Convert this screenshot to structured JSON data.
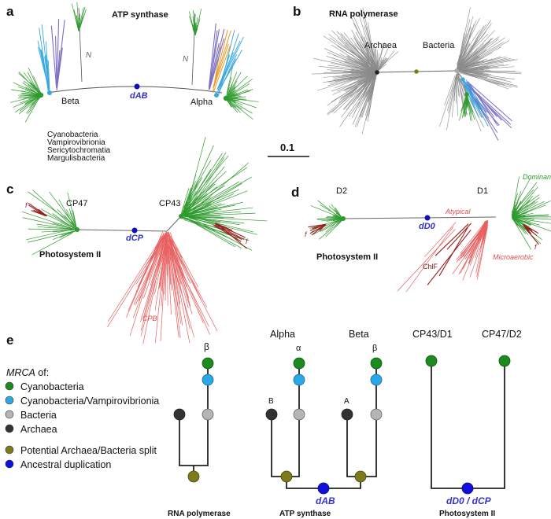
{
  "panels": {
    "a": {
      "letter": "a",
      "title": "ATP synthase",
      "left_label": "Beta",
      "right_label": "Alpha",
      "node_label": "dAB",
      "n_left": "N",
      "n_right": "N"
    },
    "b": {
      "letter": "b",
      "title": "RNA polymerase",
      "left_label": "Archaea",
      "right_label": "Bacteria"
    },
    "c": {
      "letter": "c",
      "title": "Photosystem II",
      "left_label": "CP47",
      "right_label": "CP43",
      "node_label": "dCP",
      "f_left": "f",
      "f_right": "f",
      "cpb": "CPB"
    },
    "d": {
      "letter": "d",
      "title": "Photosystem II",
      "left_label": "D2",
      "right_label": "D1",
      "node_label": "dD0",
      "dominant": "Dominant",
      "atypical": "Atypical",
      "microaerobic": "Microaerobic",
      "chlf": "ChlF",
      "f_left": "f",
      "f_right": "f"
    },
    "e": {
      "letter": "e"
    }
  },
  "taxa_legend": [
    {
      "label": "Cyanobacteria",
      "color": "#2e9a2e"
    },
    {
      "label": "Vampirovibrionia",
      "color": "#36a8e0"
    },
    {
      "label": "Sericytochromatia",
      "color": "#e89b2a"
    },
    {
      "label": "Margulisbacteria",
      "color": "#7b6fc4"
    }
  ],
  "scale_bar": "0.1",
  "mrca": {
    "heading_italic": "MRCA",
    "heading_rest": " of:",
    "items": [
      {
        "label": "Cyanobacteria",
        "color": "#1d8a1d"
      },
      {
        "label": "Cyanobacteria/Vampirovibrionia",
        "color": "#2aa7e6"
      },
      {
        "label": "Bacteria",
        "color": "#b5b5b5"
      },
      {
        "label": "Archaea",
        "color": "#333333"
      },
      {
        "label": "Potential Archaea/Bacteria split",
        "color": "#7d7a1c"
      },
      {
        "label": "Ancestral duplication",
        "color": "#1010d8"
      }
    ]
  },
  "schematics": {
    "rnap": {
      "caption": "RNA polymerase",
      "beta": "β"
    },
    "atp": {
      "caption": "ATP synthase",
      "alpha_title": "Alpha",
      "beta_title": "Beta",
      "alpha_sym": "α",
      "beta_sym": "β",
      "b_label": "B",
      "a_label": "A",
      "node": "dAB"
    },
    "psii": {
      "caption": "Photosystem II",
      "left_title": "CP43/D1",
      "right_title": "CP47/D2",
      "node": "dD0 / dCP"
    }
  }
}
